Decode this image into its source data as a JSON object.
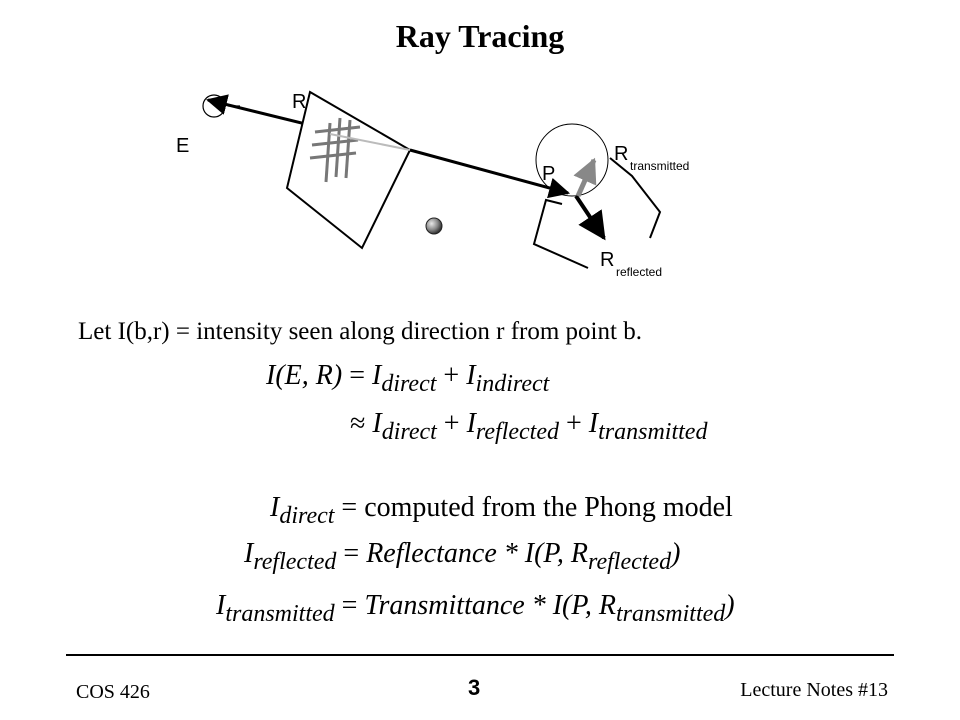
{
  "title": "Ray Tracing",
  "diagram": {
    "eye_label": "E",
    "ray_label": "R",
    "point_label": "P",
    "r_main": "R",
    "transmitted_sub": "transmitted",
    "reflected_sub": "reflected"
  },
  "intro": "Let I(b,r) = intensity seen along direction r from point b.",
  "equations": {
    "eq1_lhs": "I(E, R)",
    "eq1_eq": "=",
    "eq1_t1": "I",
    "eq1_s1": "direct",
    "eq1_plus": "+",
    "eq1_t2": "I",
    "eq1_s2": "indirect",
    "eq2_approx": "≈",
    "eq2_t1": "I",
    "eq2_s1": "direct",
    "eq2_plus1": "+",
    "eq2_t2": "I",
    "eq2_s2": "reflected",
    "eq2_plus2": "+",
    "eq2_t3": "I",
    "eq2_s3": "transmitted",
    "d_lhs": "I",
    "d_sub": "direct",
    "d_eq": "=",
    "d_rhs": "computed from the Phong model",
    "r_lhs": "I",
    "r_sub": "reflected",
    "r_eq": "=",
    "r_rhs": "Reflectance * I(P, R",
    "r_rhs_sub": "reflected",
    "r_close": ")",
    "t_lhs": "I",
    "t_sub": "transmitted",
    "t_eq": "=",
    "t_rhs": "Transmittance * I(P, R",
    "t_rhs_sub": "transmitted",
    "t_close": ")"
  },
  "footer": {
    "course": "COS 426",
    "page": "3",
    "notes": "Lecture Notes #13"
  }
}
